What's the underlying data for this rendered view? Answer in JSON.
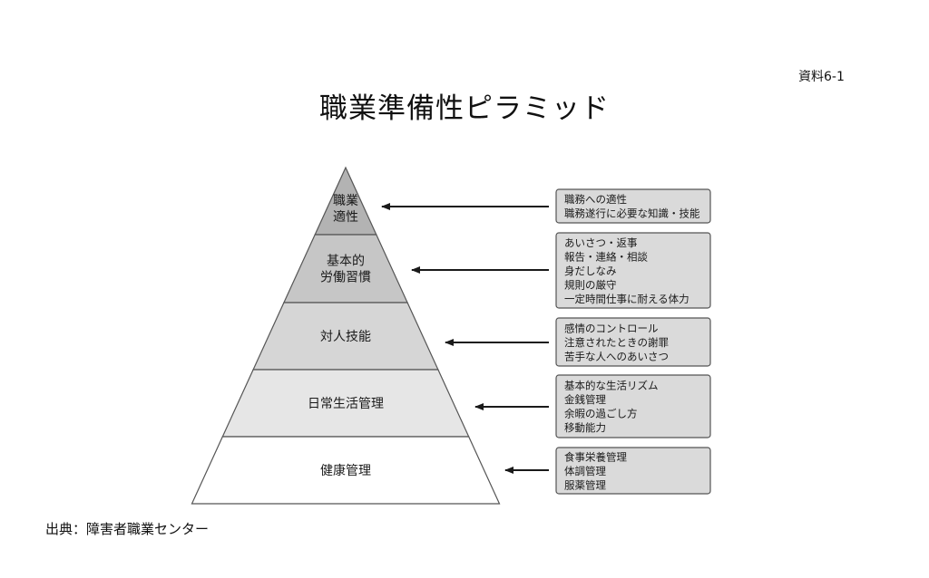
{
  "doc_label": "資料6-1",
  "title": "職業準備性ピラミッド",
  "source": "出典：障害者職業センター",
  "levels": [
    {
      "lines": [
        "職業",
        "適性"
      ],
      "fill": "#b3b3b3"
    },
    {
      "lines": [
        "基本的",
        "労働習慣"
      ],
      "fill": "#c6c6c6"
    },
    {
      "lines": [
        "対人技能"
      ],
      "fill": "#d6d6d6"
    },
    {
      "lines": [
        "日常生活管理"
      ],
      "fill": "#e6e6e6"
    },
    {
      "lines": [
        "健康管理"
      ],
      "fill": "#ffffff"
    }
  ],
  "boxes": [
    {
      "lines": [
        "職務への適性",
        "職務遂行に必要な知識・技能"
      ]
    },
    {
      "lines": [
        "あいさつ・返事",
        "報告・連絡・相談",
        "身だしなみ",
        "規則の厳守",
        "一定時間仕事に耐える体力"
      ]
    },
    {
      "lines": [
        "感情のコントロール",
        "注意されたときの謝罪",
        "苦手な人へのあいさつ"
      ]
    },
    {
      "lines": [
        "基本的な生活リズム",
        "金銭管理",
        "余暇の過ごし方",
        "移動能力"
      ]
    },
    {
      "lines": [
        "食事栄養管理",
        "体調管理",
        "服薬管理"
      ]
    }
  ],
  "colors": {
    "box_fill": "#dadada",
    "outline": "#555555",
    "arrow": "#1a1a1a"
  }
}
